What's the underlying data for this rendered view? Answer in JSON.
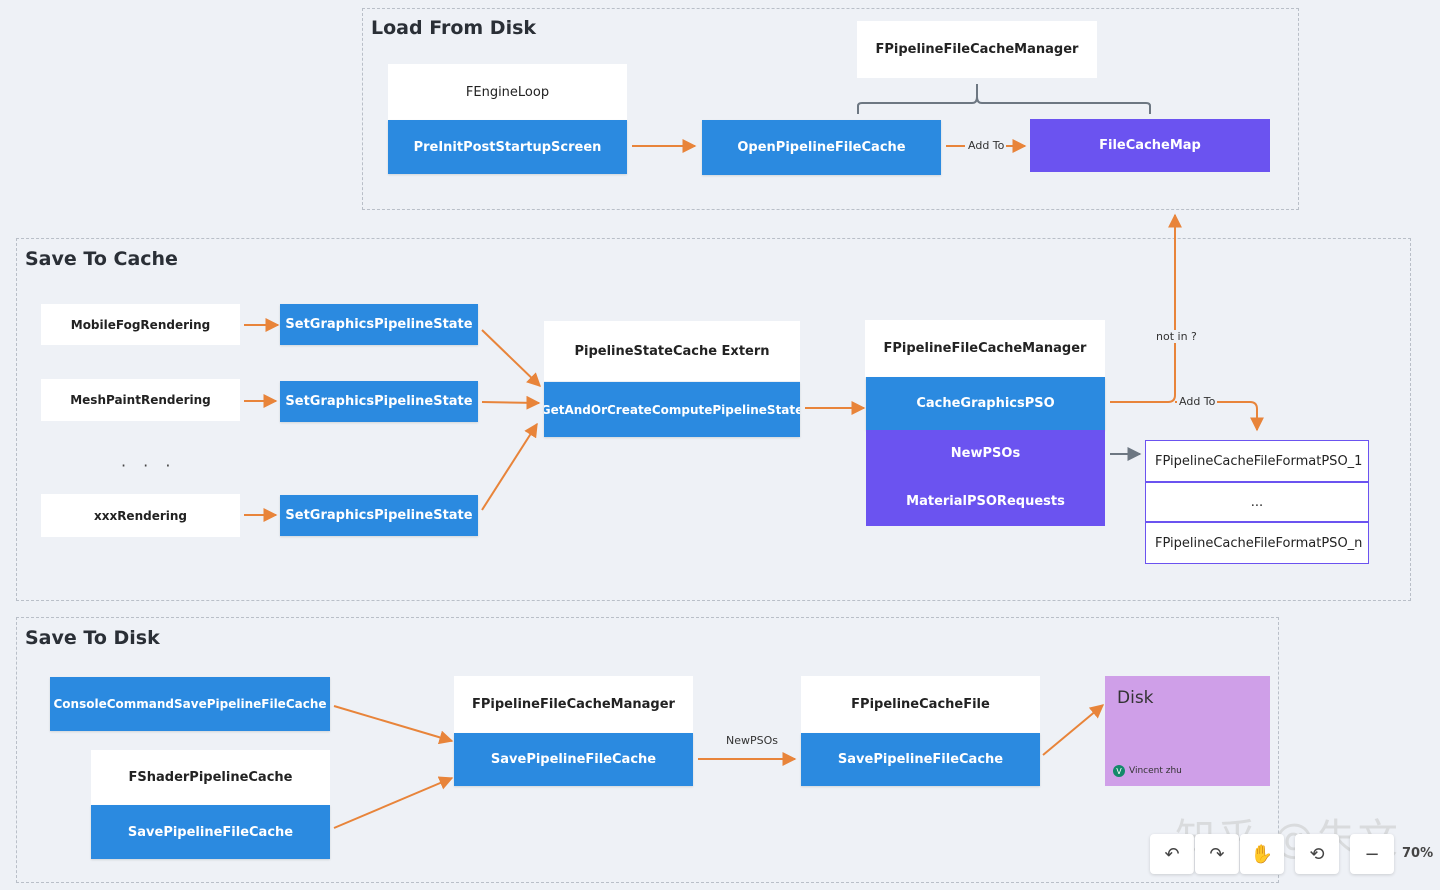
{
  "groups": {
    "load": "Load From Disk",
    "cache": "Save To Cache",
    "disk": "Save To Disk"
  },
  "load": {
    "engine_loop": "FEngineLoop",
    "preinit": "PreInitPostStartupScreen",
    "manager": "FPipelineFileCacheManager",
    "open": "OpenPipelineFileCache",
    "add_to": "Add To",
    "file_cache_map": "FileCacheMap"
  },
  "cache": {
    "mobile_fog": "MobileFogRendering",
    "mesh_paint": "MeshPaintRendering",
    "ellipsis": "· · ·",
    "xxx": "xxxRendering",
    "set_gps_1": "SetGraphicsPipelineState",
    "set_gps_2": "SetGraphicsPipelineState",
    "set_gps_3": "SetGraphicsPipelineState",
    "extern": "PipelineStateCache Extern",
    "get_or_create": "GetAndOrCreateComputePipelineState",
    "manager": "FPipelineFileCacheManager",
    "cache_gpso": "CacheGraphicsPSO",
    "new_psos": "NewPSOs",
    "material_requests": "MaterialPSORequests",
    "not_in": "not in ?",
    "add_to": "Add To",
    "format_1": "FPipelineCacheFileFormatPSO_1",
    "format_dots": "...",
    "format_n": "FPipelineCacheFileFormatPSO_n"
  },
  "disk": {
    "console_cmd": "ConsoleCommandSavePipelineFileCache",
    "shader_cache": "FShaderPipelineCache",
    "shader_save": "SavePipelineFileCache",
    "manager": "FPipelineFileCacheManager",
    "manager_save": "SavePipelineFileCache",
    "new_psos": "NewPSOs",
    "file": "FPipelineCacheFile",
    "file_save": "SavePipelineFileCache",
    "disk_title": "Disk",
    "author": "Vincent zhu",
    "avatar": "V"
  },
  "toolbar": {
    "undo_icon": "↶",
    "redo_icon": "↷",
    "hand_icon": "✋",
    "history_icon": "⟲",
    "zoom_out_icon": "−",
    "zoom": "70%"
  },
  "watermark": "知乎 @朱文",
  "colors": {
    "blue": "#2b8ae0",
    "purple": "#6b53f0",
    "arrow": "#e8843a",
    "disk": "#cf9fe8"
  }
}
